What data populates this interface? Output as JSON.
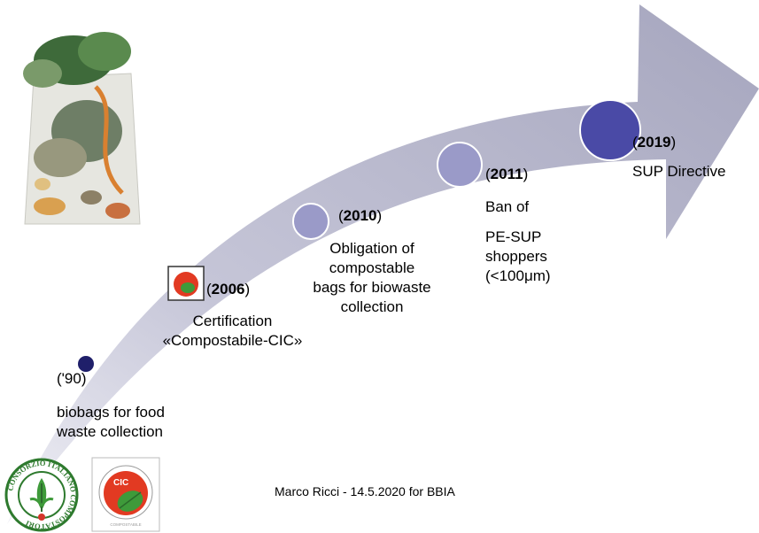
{
  "colors": {
    "arrow": "#A6A6BE",
    "arrow_light": "#D4D4E2",
    "circle_90": "#1F1F6A",
    "circle_2010": "#9A9AC8",
    "circle_2011": "#9A9AC8",
    "circle_2019": "#4A4AA6",
    "cic_red": "#E23A22",
    "cic_green": "#3E9A3A"
  },
  "milestones": [
    {
      "year": "'90",
      "open": "(",
      "close": ")",
      "lines": [
        "biobags for food",
        "waste collection"
      ]
    },
    {
      "year": "2006",
      "open": "(",
      "close": ")",
      "lines": [
        "Certification",
        "«Compostabile-CIC»"
      ]
    },
    {
      "year": "2010",
      "open": "(",
      "close": ")",
      "lines": [
        "Obligation of",
        "compostable",
        "bags for biowaste",
        "collection"
      ]
    },
    {
      "year": "2011",
      "open": "(",
      "close": ")",
      "lines": [
        "Ban of",
        "PE-SUP",
        "shoppers",
        "(<100μm)"
      ]
    },
    {
      "year": "2019",
      "open": "(",
      "close": ")",
      "lines": [
        "SUP Directive"
      ]
    }
  ],
  "icons": {
    "photo": "biowaste-bag-photo",
    "logo_consorzio": "consorzio-italiano-compostatori-logo",
    "logo_cic": "compostabile-cic-logo"
  },
  "logos": {
    "consorzio_text": "CONSORZIO ITALIANO COMPOSTATORI",
    "cic_text": "CIC",
    "compostabile_text": "COMPOSTABILE"
  },
  "footer": {
    "text": "Marco Ricci - 14.5.2020 for BBIA"
  }
}
